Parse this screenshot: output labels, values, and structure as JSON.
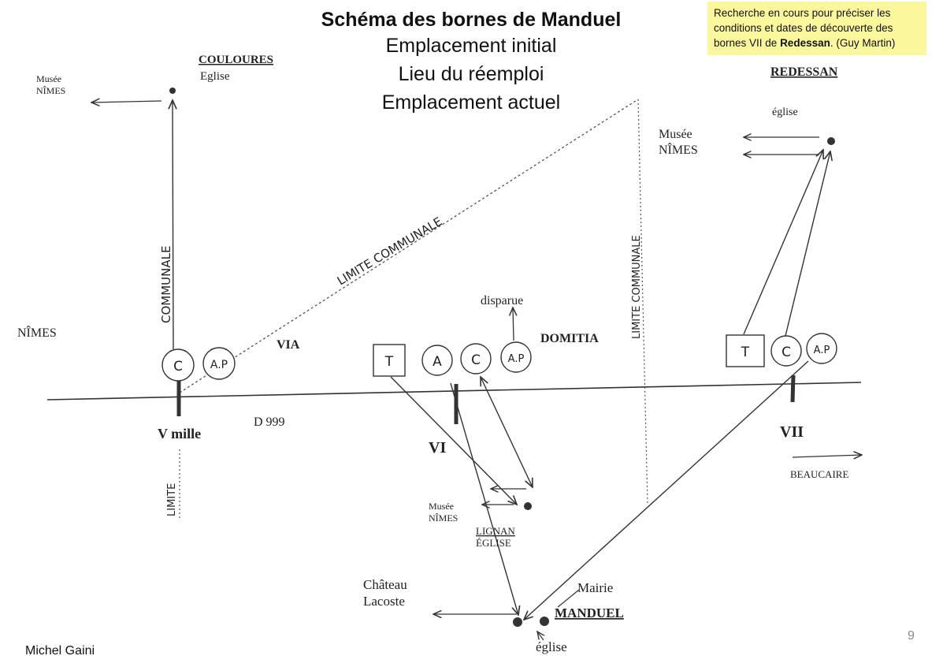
{
  "title": {
    "main": "Schéma des bornes de Manduel",
    "line1": "Emplacement initial",
    "line2": "Lieu du réemploi",
    "line3": "Emplacement actuel"
  },
  "note": {
    "part1": "Recherche en cours pour  préciser les conditions et dates de découverte des bornes VII de ",
    "bold": "Redessan",
    "part2": ". (Guy Martin)"
  },
  "labels": {
    "couloures": "COULOURES",
    "eglise_couloures": "Eglise",
    "musee_nimes_1a": "Musée",
    "musee_nimes_1b": "NÎMES",
    "nimes_left": "NÎMES",
    "limite_communale_vert": "COMMUNALE",
    "limite_bottom": "LIMITE",
    "limite_communale_diag": "LIMITE COMMUNALE",
    "limite_communale_right": "LIMITE COMMUNALE",
    "via": "VIA",
    "domitia": "DOMITIA",
    "disparue": "disparue",
    "d999": "D 999",
    "v_mille": "V mille",
    "vi": "VI",
    "vii": "VII",
    "redessan": "REDESSAN",
    "eglise_redessan": "église",
    "musee_nimes_3a": "Musée",
    "musee_nimes_3b": "NÎMES",
    "musee_nimes_2a": "Musée",
    "musee_nimes_2b": "NÎMES",
    "lignan": "LIGNAN",
    "eglise_lignan": "ÉGLISE",
    "beaucaire": "BEAUCAIRE",
    "chateau": "Château",
    "lacoste": "Lacoste",
    "mairie": "Mairie",
    "manduel": "MANDUEL",
    "eglise_manduel": "église"
  },
  "bornes": {
    "c": "C",
    "ap": "A.P",
    "t": "T",
    "a": "A"
  },
  "page_number": "9",
  "author": "Michel Gaini"
}
